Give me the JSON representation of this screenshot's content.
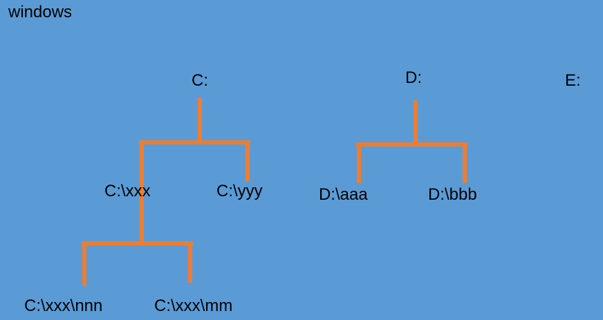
{
  "title": "windows",
  "colors": {
    "background": "#5b9bd5",
    "connector": "#ed7d31",
    "text": "#000000"
  },
  "nodes": {
    "c_root": "C:",
    "d_root": "D:",
    "e_root": "E:",
    "c_xxx": "C:\\xxx",
    "c_yyy": "C:\\yyy",
    "d_aaa": "D:\\aaa",
    "d_bbb": "D:\\bbb",
    "c_xxx_nnn": "C:\\xxx\\nnn",
    "c_xxx_mm": "C:\\xxx\\mm"
  }
}
